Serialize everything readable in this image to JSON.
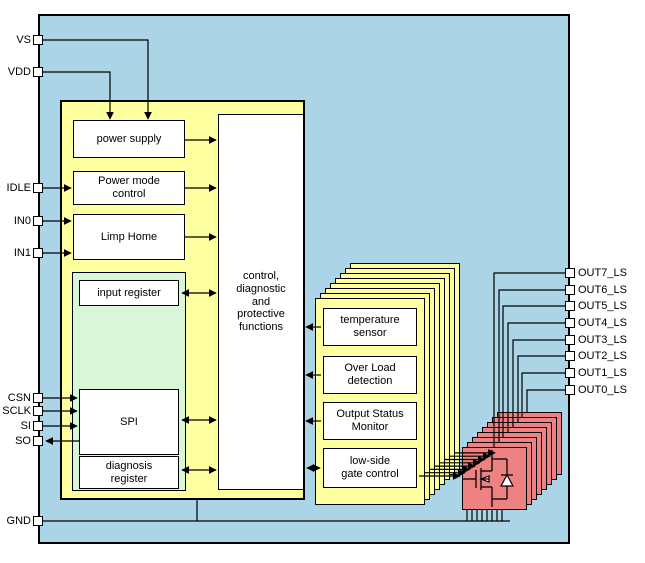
{
  "pins": {
    "left": [
      "VS",
      "VDD",
      "IDLE",
      "IN0",
      "IN1",
      "CSN",
      "SCLK",
      "SI",
      "SO",
      "GND"
    ],
    "right": [
      "OUT7_LS",
      "OUT6_LS",
      "OUT5_LS",
      "OUT4_LS",
      "OUT3_LS",
      "OUT2_LS",
      "OUT1_LS",
      "OUT0_LS"
    ]
  },
  "blocks": {
    "power_supply": "power supply",
    "power_mode_control": "Power mode\ncontrol",
    "limp_home": "Limp Home",
    "input_register": "input register",
    "spi": "SPI",
    "diagnosis_register": "diagnosis\nregister",
    "control": "control,\ndiagnostic\nand\nprotective\nfunctions",
    "temperature_sensor": "temperature\nsensor",
    "over_load_detection": "Over Load\ndetection",
    "output_status_monitor": "Output Status\nMonitor",
    "low_side_gate_control": "low-side\ngate control"
  },
  "stacks": {
    "per_channel_function_layers": 8,
    "output_stage_layers": 8
  },
  "colors": {
    "chip_body": "#abd4e7",
    "logic_yellow": "#feff9e",
    "register_green": "#d9f6d9",
    "output_stage_red": "#ee8181",
    "box_white": "#ffffff",
    "wire_black": "#000000"
  }
}
